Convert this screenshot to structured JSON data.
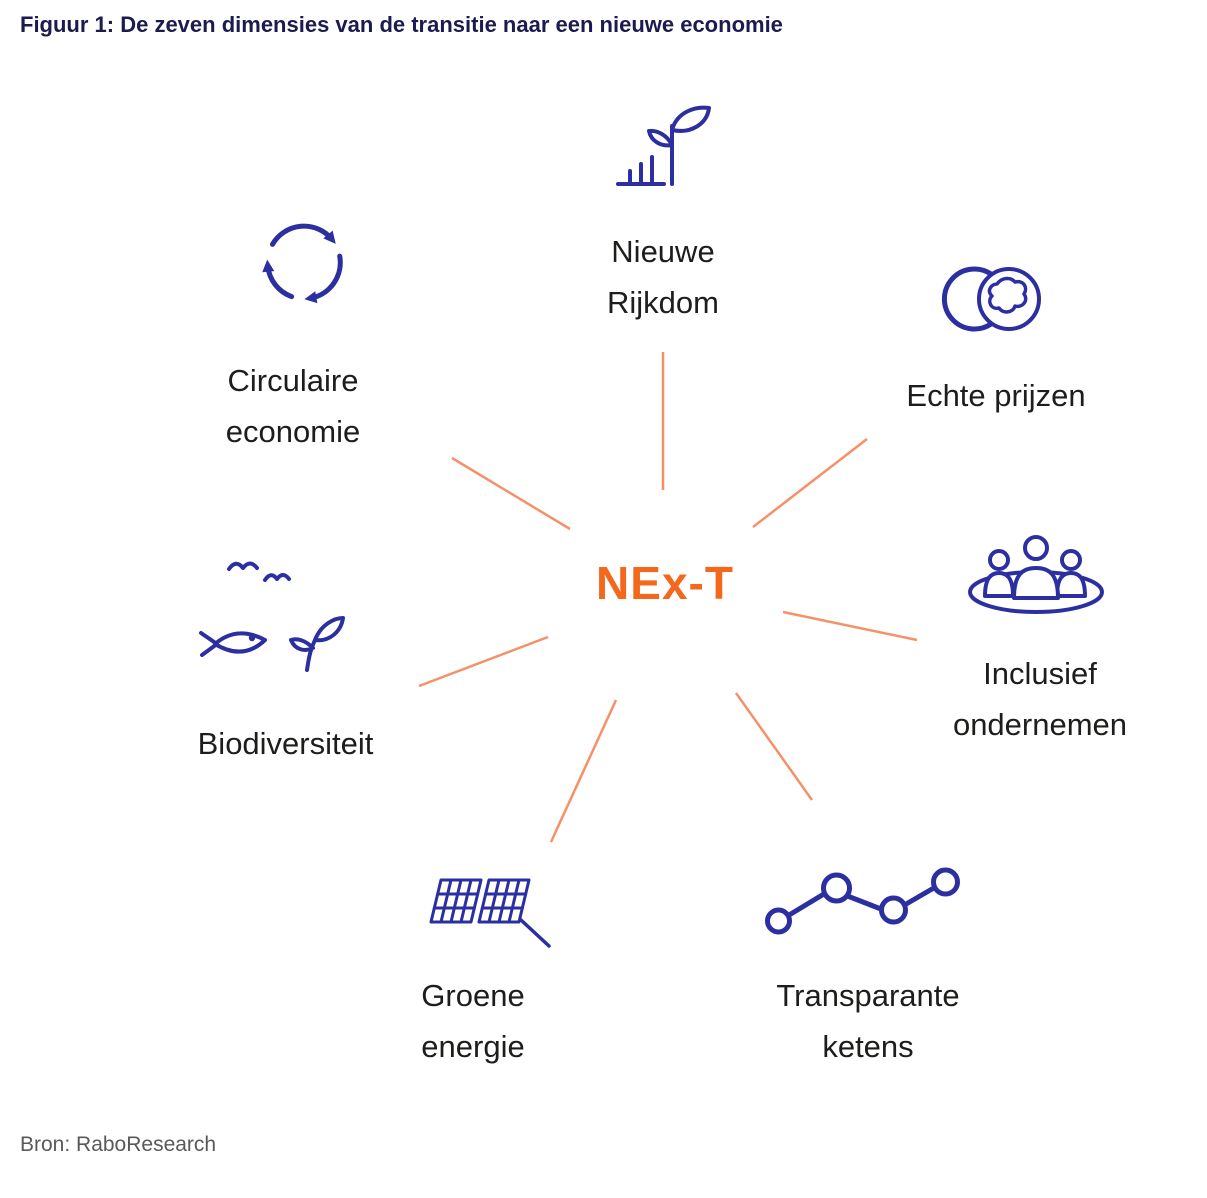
{
  "figure_title": "Figuur 1: De zeven dimensies van de transitie naar een nieuwe economie",
  "center_label": "NEx-T",
  "source": "Bron: RaboResearch",
  "nodes": {
    "nieuwe_rijkdom": {
      "line1": "Nieuwe",
      "line2": "Rijkdom",
      "icon": "plant-growth-chart-icon"
    },
    "echte_prijzen": {
      "line1": "Echte prijzen",
      "icon": "coin-globe-icon"
    },
    "inclusief_ondernemen": {
      "line1": "Inclusief",
      "line2": "ondernemen",
      "icon": "people-roundtable-icon"
    },
    "transparante_ketens": {
      "line1": "Transparante",
      "line2": "ketens",
      "icon": "linked-nodes-icon"
    },
    "groene_energie": {
      "line1": "Groene",
      "line2": "energie",
      "icon": "solar-panels-icon"
    },
    "biodiversiteit": {
      "line1": "Biodiversiteit",
      "icon": "fish-birds-plant-icon"
    },
    "circulaire_economie": {
      "line1": "Circulaire",
      "line2": "economie",
      "icon": "circular-arrows-icon"
    }
  },
  "colors": {
    "accent_orange": "#F3681C",
    "connector_orange": "#F69068",
    "icon_blue": "#2B2FA0",
    "title_navy": "#1B1B4F",
    "label_dark": "#1D1D1B",
    "source_gray": "#595959",
    "background": "#FFFFFF"
  }
}
